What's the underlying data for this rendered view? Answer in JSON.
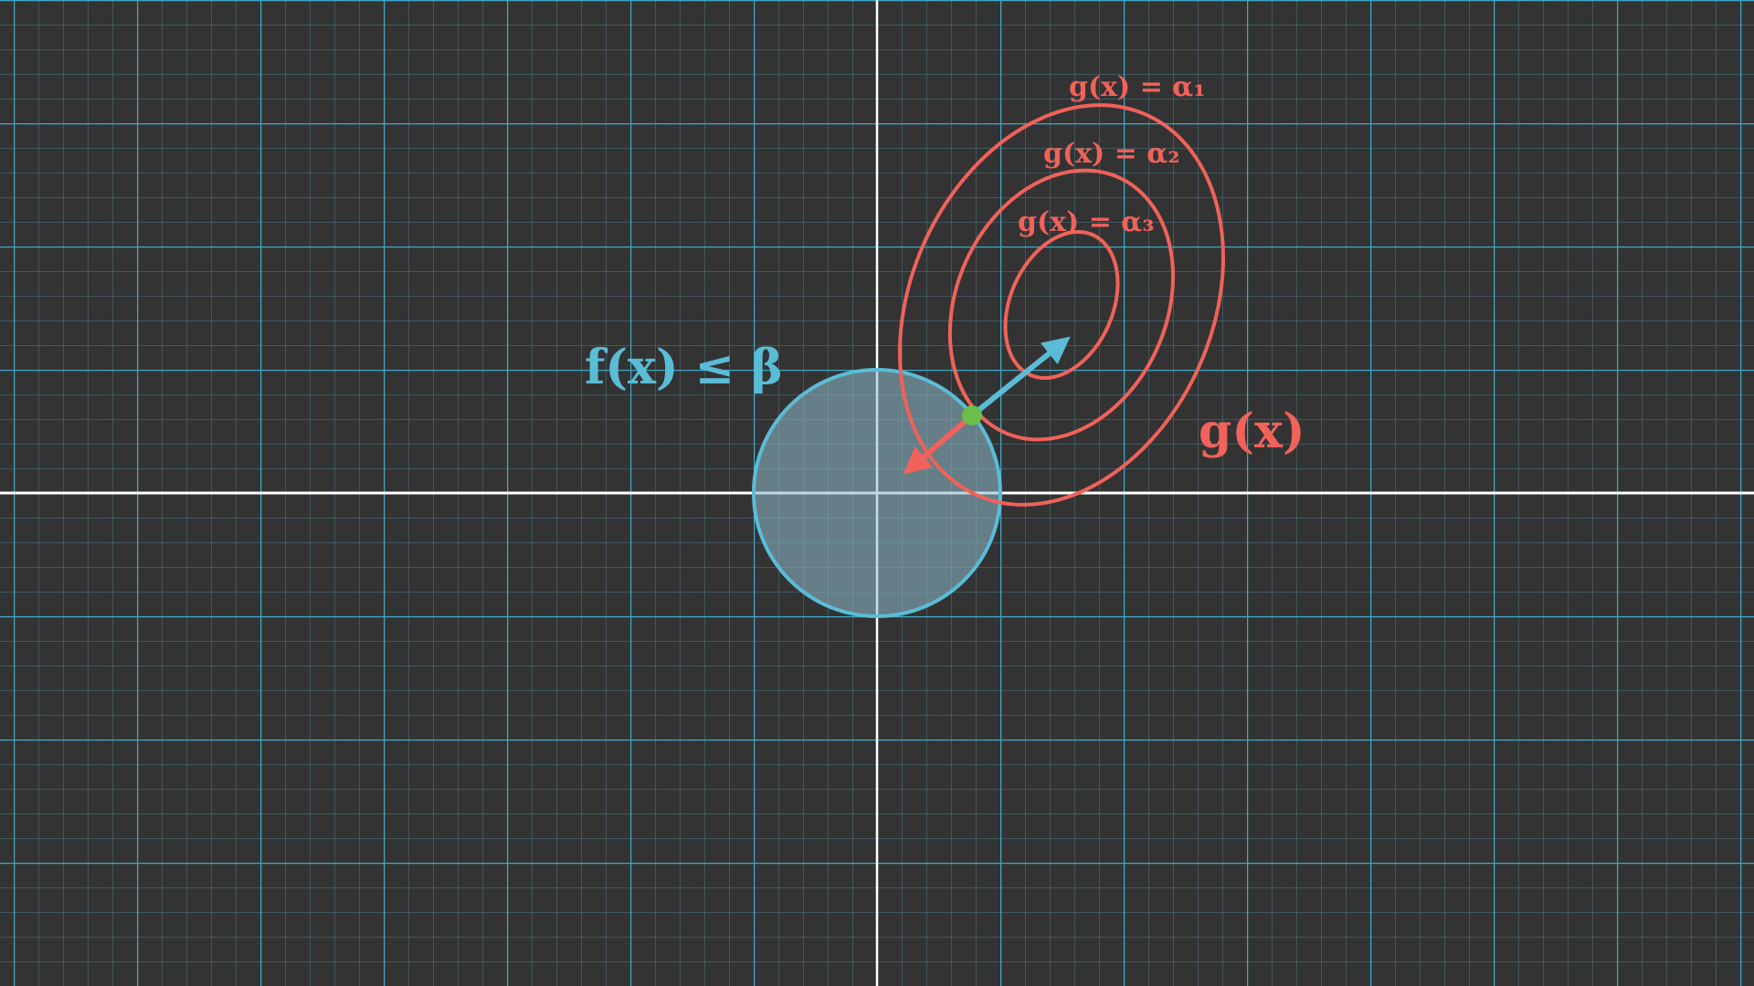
{
  "colors": {
    "background": "#333333",
    "grid_minor": "#5fb8cf",
    "grid_major": "#3fa9c6",
    "axis": "#ffffff",
    "constraint": "#5bbcd6",
    "constraint_fill": "#8fbccc",
    "objective": "#f0625a",
    "tangent_point": "#6abf4b"
  },
  "labels": {
    "constraint_text": "f(x) ≤ β",
    "objective_text": "g(x)",
    "contour_1": "g(x) = α₁",
    "contour_2": "g(x) = α₂",
    "contour_3": "g(x) = α₃"
  },
  "icons": {
    "constraint_gradient": "arrow-icon",
    "objective_gradient": "arrow-icon",
    "tangent_point": "dot-icon"
  }
}
